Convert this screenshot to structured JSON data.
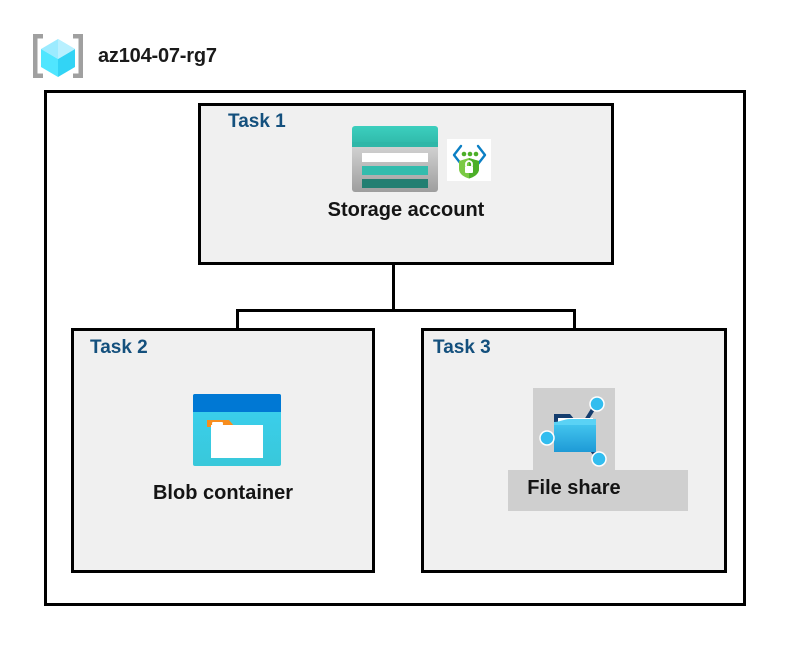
{
  "header": {
    "icon_name": "resource-group-icon",
    "title": "az104-07-rg7"
  },
  "diagram": {
    "type": "azure-architecture",
    "container_name": "az104-07-rg7",
    "tasks": [
      {
        "id": "task1",
        "label": "Task 1",
        "node_label": "Storage account",
        "icons": [
          "storage-account-icon",
          "private-link-icon"
        ]
      },
      {
        "id": "task2",
        "label": "Task 2",
        "node_label": "Blob container",
        "icons": [
          "blob-container-icon"
        ]
      },
      {
        "id": "task3",
        "label": "Task 3",
        "node_label": "File share",
        "icons": [
          "file-share-icon"
        ]
      }
    ],
    "connections": [
      {
        "from": "Storage account",
        "to": "Blob container"
      },
      {
        "from": "Storage account",
        "to": "File share"
      }
    ]
  },
  "colors": {
    "task_label": "#14507d",
    "node_label": "#141414",
    "box_border": "#000000",
    "box_fill": "#f0f0f0",
    "page_background": "#ffffff",
    "highlight_band": "#cfcfcf",
    "storage_teal": "#32bcad",
    "storage_teal_dark": "#237f72",
    "blob_blue": "#0078d4",
    "blob_cyan": "#32c8e6",
    "blob_orange": "#f78d1e",
    "fileshare_blue": "#32bdef",
    "shield_green": "#4caf28",
    "cube_cyan": "#50e6ff",
    "bracket_gray": "#a0a0a0"
  }
}
